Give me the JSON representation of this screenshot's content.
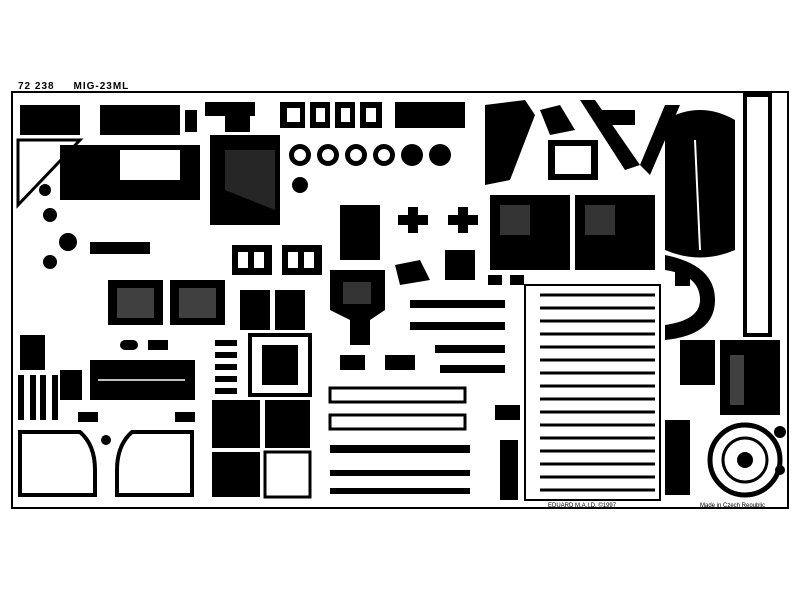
{
  "fret": {
    "code": "72 238",
    "name": "MIG-23ML"
  },
  "footer": {
    "maker": "EDUARD M.A.I.D. ©1997",
    "origin": "Made in Czech Republic"
  },
  "colors": {
    "background": "#ffffff",
    "metal": "#000000"
  }
}
